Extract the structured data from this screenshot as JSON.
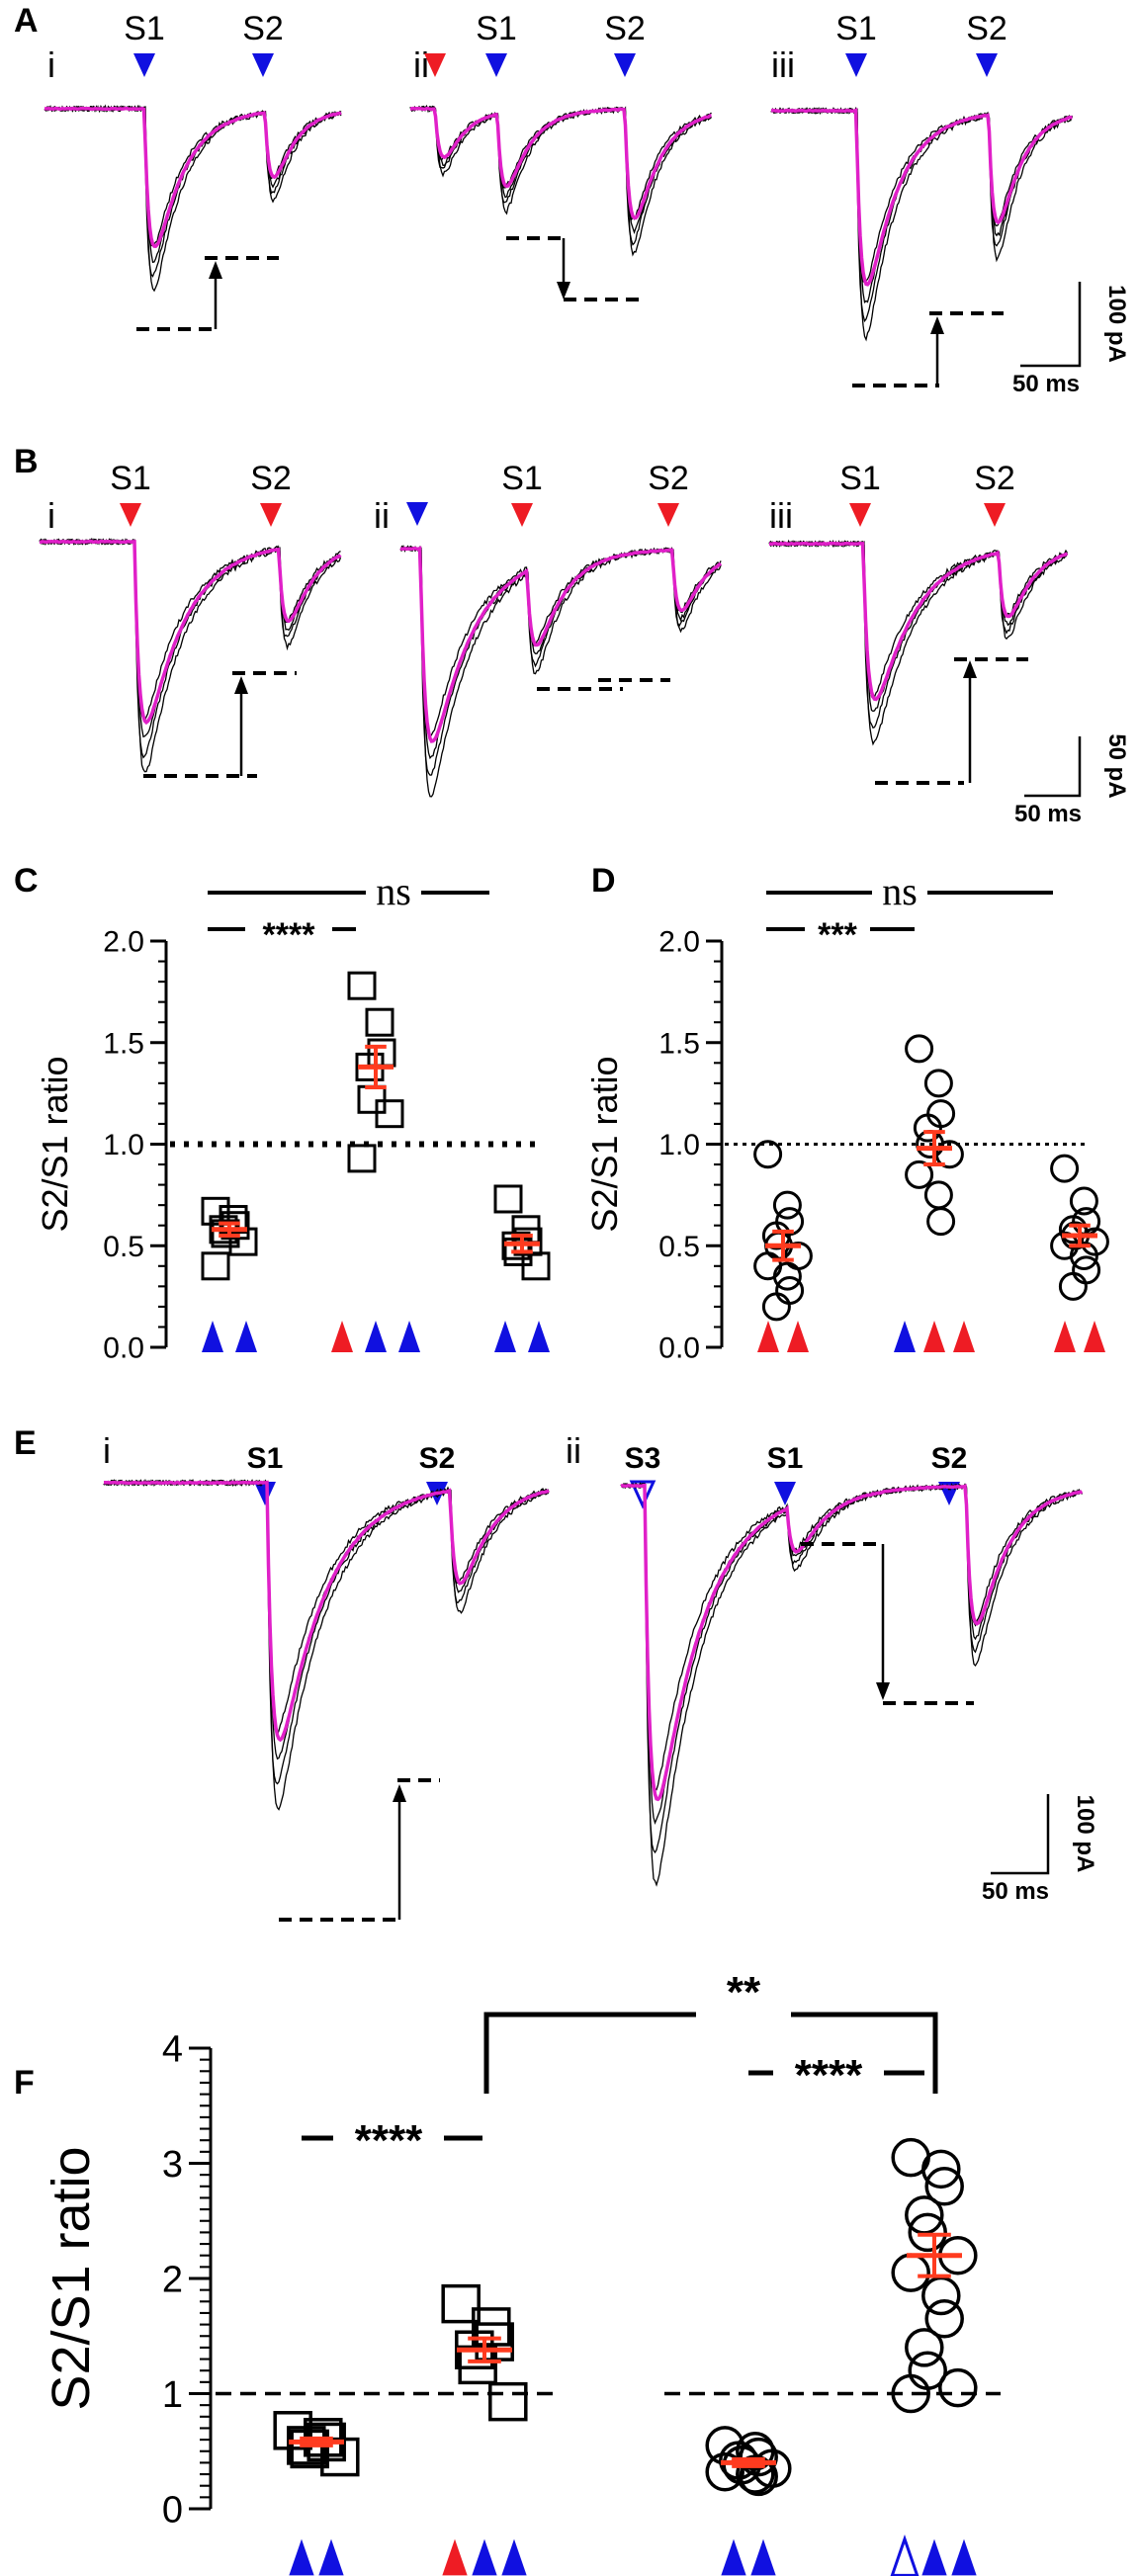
{
  "colors": {
    "blue": "#1010e0",
    "red": "#ee1c24",
    "magenta": "#e020c8",
    "trace": "#000000",
    "err": "#ff3b1f"
  },
  "panels": {
    "A": {
      "letter": "A",
      "sub": [
        "i",
        "ii",
        "iii"
      ],
      "stims": [
        [
          "S1",
          "S2"
        ],
        [
          "S1",
          "S2"
        ],
        [
          "S1",
          "S2"
        ]
      ],
      "scale": {
        "y": "100 pA",
        "x": "50 ms"
      }
    },
    "B": {
      "letter": "B",
      "sub": [
        "i",
        "ii",
        "iii"
      ],
      "stims": [
        [
          "S1",
          "S2"
        ],
        [
          "S1",
          "S2"
        ],
        [
          "S1",
          "S2"
        ]
      ],
      "scale": {
        "y": "50 pA",
        "x": "50 ms"
      }
    },
    "E": {
      "letter": "E",
      "sub": [
        "i",
        "ii"
      ],
      "stims": [
        [
          "S1",
          "S2"
        ],
        [
          "S3",
          "S1",
          "S2"
        ]
      ],
      "scale": {
        "y": "100 pA",
        "x": "50 ms"
      }
    }
  },
  "chart_data": [
    {
      "panel": "C",
      "type": "scatter",
      "ylabel": "S2/S1 ratio",
      "ylim": [
        0,
        2.0
      ],
      "yticks": [
        "0.0",
        "0.5",
        "1.0",
        "1.5",
        "2.0"
      ],
      "reference_line": 1.0,
      "marker": "square",
      "groups": [
        {
          "protocol": [
            "blue",
            "blue"
          ],
          "points": [
            0.67,
            0.63,
            0.6,
            0.58,
            0.56,
            0.52,
            0.4
          ],
          "mean": 0.58,
          "sem": 0.03
        },
        {
          "protocol": [
            "red",
            "blue",
            "blue"
          ],
          "points": [
            1.78,
            1.6,
            1.45,
            1.38,
            1.22,
            1.15,
            0.93
          ],
          "mean": 1.38,
          "sem": 0.1
        },
        {
          "protocol": [
            "blue",
            "blue"
          ],
          "points": [
            0.73,
            0.58,
            0.52,
            0.5,
            0.47,
            0.4
          ],
          "mean": 0.51,
          "sem": 0.04
        }
      ],
      "significance": [
        {
          "label": "****",
          "from": 0,
          "to": 1
        },
        {
          "label": "ns",
          "from": 0,
          "to": 2
        }
      ]
    },
    {
      "panel": "D",
      "type": "scatter",
      "ylabel": "S2/S1 ratio",
      "ylim": [
        0,
        2.0
      ],
      "yticks": [
        "0.0",
        "0.5",
        "1.0",
        "1.5",
        "2.0"
      ],
      "reference_line": 1.0,
      "marker": "circle",
      "groups": [
        {
          "protocol": [
            "red",
            "red"
          ],
          "points": [
            0.95,
            0.7,
            0.62,
            0.55,
            0.5,
            0.45,
            0.4,
            0.35,
            0.28,
            0.2
          ],
          "mean": 0.5,
          "sem": 0.07
        },
        {
          "protocol": [
            "blue",
            "red",
            "red"
          ],
          "points": [
            1.47,
            1.3,
            1.15,
            1.08,
            1.0,
            0.95,
            0.85,
            0.75,
            0.62
          ],
          "mean": 0.98,
          "sem": 0.08
        },
        {
          "protocol": [
            "red",
            "red"
          ],
          "points": [
            0.88,
            0.72,
            0.62,
            0.58,
            0.55,
            0.52,
            0.5,
            0.45,
            0.38,
            0.3
          ],
          "mean": 0.55,
          "sem": 0.05
        }
      ],
      "significance": [
        {
          "label": "***",
          "from": 0,
          "to": 1
        },
        {
          "label": "ns",
          "from": 0,
          "to": 2
        }
      ]
    },
    {
      "panel": "F",
      "type": "scatter",
      "ylabel": "S2/S1 ratio",
      "ylim": [
        0,
        4
      ],
      "yticks": [
        "0",
        "1",
        "2",
        "3",
        "4"
      ],
      "reference_line": 1.0,
      "groups": [
        {
          "marker": "square",
          "protocol": [
            "blue",
            "blue"
          ],
          "points": [
            0.68,
            0.62,
            0.58,
            0.55,
            0.52,
            0.45
          ],
          "mean": 0.58,
          "sem": 0.03
        },
        {
          "marker": "square",
          "protocol": [
            "red",
            "blue",
            "blue"
          ],
          "points": [
            1.78,
            1.58,
            1.45,
            1.38,
            1.25,
            0.93
          ],
          "mean": 1.38,
          "sem": 0.1
        },
        {
          "marker": "circle",
          "protocol": [
            "blue",
            "blue"
          ],
          "points": [
            0.55,
            0.5,
            0.45,
            0.42,
            0.38,
            0.35,
            0.32,
            0.3,
            0.28
          ],
          "mean": 0.4,
          "sem": 0.03
        },
        {
          "marker": "circle",
          "protocol": [
            "open-blue",
            "blue",
            "blue"
          ],
          "points": [
            3.05,
            2.95,
            2.8,
            2.55,
            2.4,
            2.2,
            2.05,
            1.85,
            1.65,
            1.4,
            1.2,
            1.05,
            1.0
          ],
          "mean": 2.2,
          "sem": 0.18
        }
      ],
      "significance": [
        {
          "label": "****",
          "from": 0,
          "to": 1
        },
        {
          "label": "****",
          "from": 2,
          "to": 3
        },
        {
          "label": "**",
          "from": 1,
          "to": 3
        }
      ]
    }
  ],
  "labels": {
    "C": "C",
    "D": "D",
    "F": "F",
    "ns": "ns"
  }
}
